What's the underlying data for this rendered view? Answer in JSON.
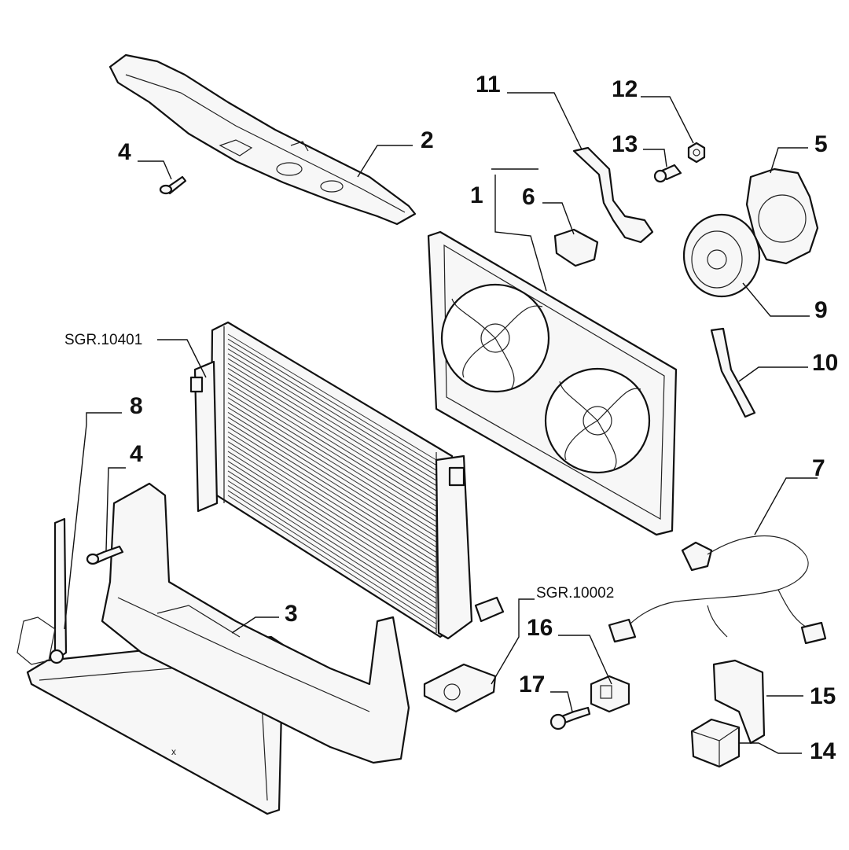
{
  "callouts": {
    "c1": "1",
    "c2": "2",
    "c3": "3",
    "c4a": "4",
    "c4b": "4",
    "c5": "5",
    "c6": "6",
    "c7": "7",
    "c8": "8",
    "c9": "9",
    "c10": "10",
    "c11": "11",
    "c12": "12",
    "c13": "13",
    "c14": "14",
    "c15": "15",
    "c16": "16",
    "c17": "17"
  },
  "references": {
    "r1": "SGR.10401",
    "r2": "SGR.10002"
  },
  "marks": {
    "shroud_x": "x"
  }
}
